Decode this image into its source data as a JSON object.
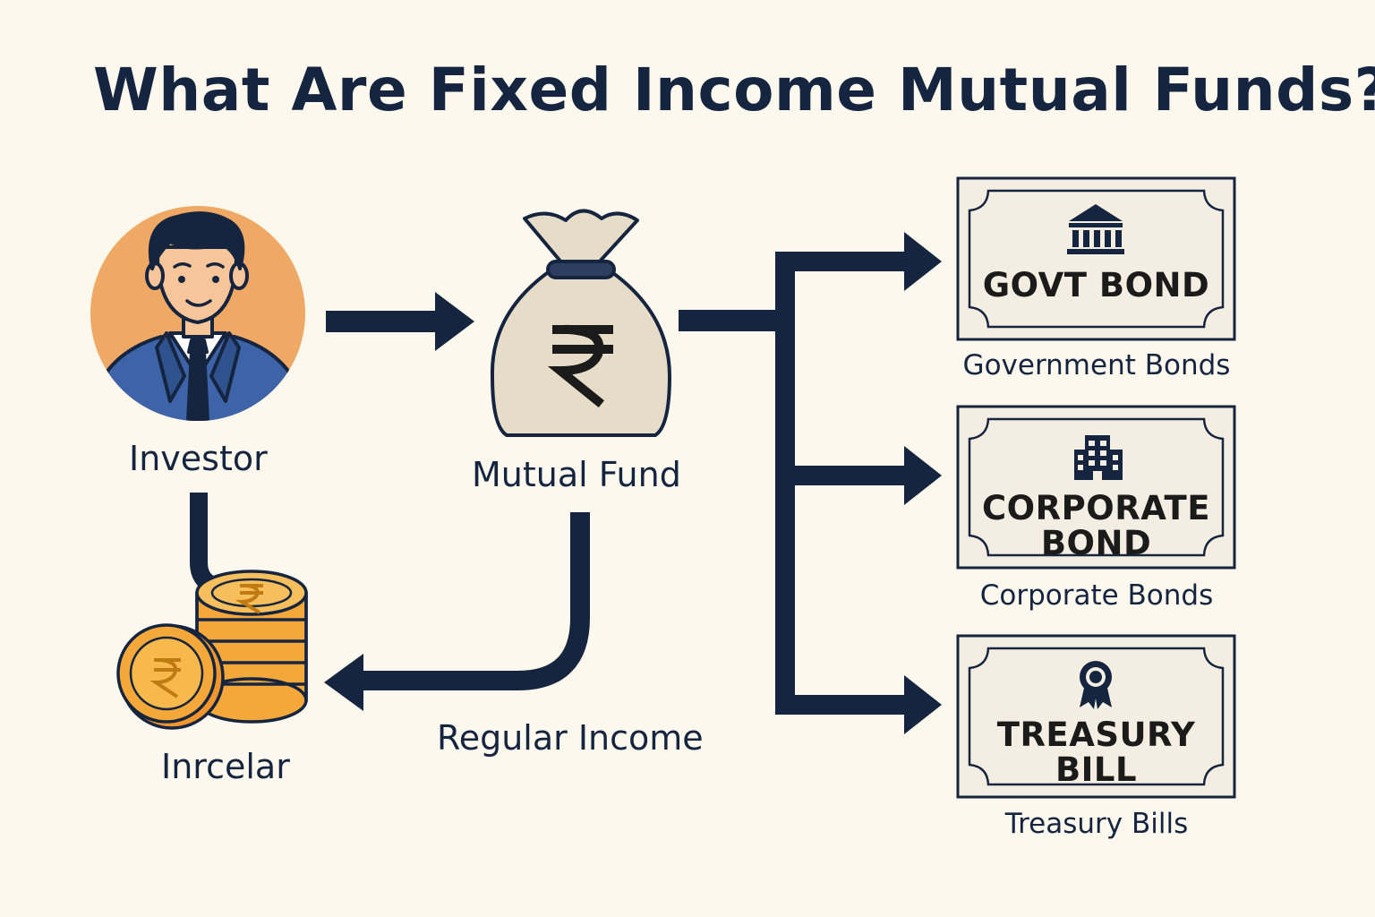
{
  "title": "What Are Fixed Income Mutual Funds?",
  "nodes": {
    "investor": {
      "label": "Investor",
      "icon": "investor-avatar-icon"
    },
    "mutual_fund": {
      "label": "Mutual Fund",
      "icon": "rupee-money-bag-icon",
      "symbol": "₹"
    },
    "coins": {
      "label": "Inrcelar",
      "icon": "rupee-coin-stack-icon",
      "symbol": "₹"
    }
  },
  "flow": {
    "income_label": "Regular Income"
  },
  "bonds": [
    {
      "line1": "GOVT BOND",
      "line2": "",
      "caption": "Government Bonds",
      "icon": "bank-building-icon"
    },
    {
      "line1": "CORPORATE",
      "line2": "BOND",
      "caption": "Corporate Bonds",
      "icon": "office-building-icon"
    },
    {
      "line1": "TREASURY",
      "line2": "BILL",
      "caption": "Treasury Bills",
      "icon": "award-seal-icon"
    }
  ],
  "colors": {
    "background": "#fcf8ee",
    "navy": "#16253f",
    "avatar_bg": "#f0a865",
    "suit": "#3d64a8",
    "bag": "#e6dcc8",
    "coin": "#f4a83a",
    "certificate": "#f4eee2"
  }
}
